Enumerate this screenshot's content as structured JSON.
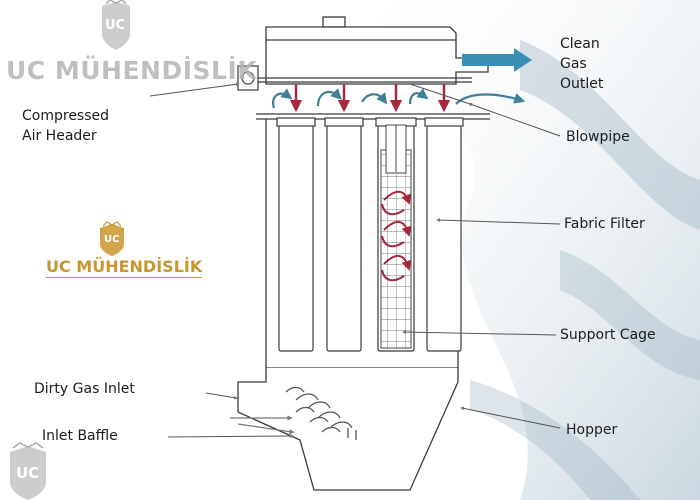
{
  "watermark": {
    "brand_text": "UC MÜHENDİSLİK",
    "logo_letters": "UC"
  },
  "labels": {
    "clean_gas_outlet": "Clean\nGas\nOutlet",
    "compressed_air_header": "Compressed\nAir Header",
    "blowpipe": "Blowpipe",
    "fabric_filter": "Fabric Filter",
    "support_cage": "Support Cage",
    "dirty_gas_inlet": "Dirty Gas Inlet",
    "inlet_baffle": "Inlet Baffle",
    "hopper": "Hopper"
  },
  "colors": {
    "pulse_arrow": "#a7283a",
    "gas_flow_arrow": "#3f7f97",
    "outlet_arrow": "#3a8fb5",
    "outline": "#3a3a3a",
    "brand_gold": "#c8962e",
    "brand_grey": "#b5b5b5"
  }
}
